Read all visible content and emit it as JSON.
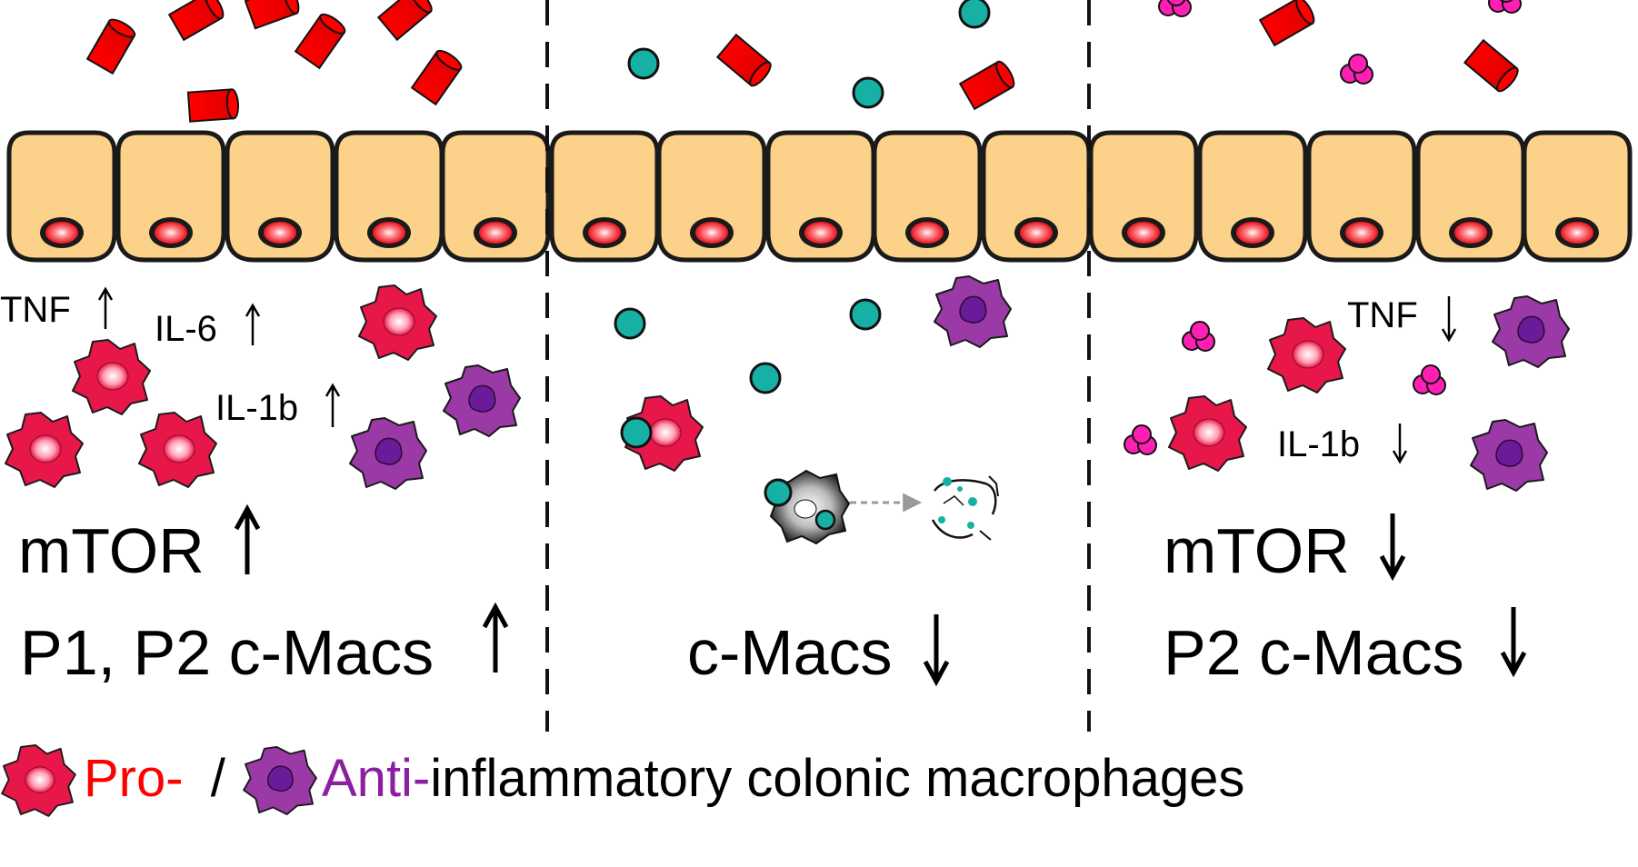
{
  "panels": [
    {
      "id": "left",
      "cytokines": [
        {
          "name": "TNF",
          "direction": "up"
        },
        {
          "name": "IL-6",
          "direction": "up"
        },
        {
          "name": "IL-1b",
          "direction": "up"
        }
      ],
      "mtor_label": "mTOR",
      "mtor_direction": "up",
      "macs_label": "P1, P2 c-Macs",
      "macs_direction": "up"
    },
    {
      "id": "middle",
      "macs_label": "c-Macs",
      "macs_direction": "down"
    },
    {
      "id": "right",
      "cytokines": [
        {
          "name": "TNF",
          "direction": "down"
        },
        {
          "name": "IL-1b",
          "direction": "down"
        }
      ],
      "mtor_label": "mTOR",
      "mtor_direction": "down",
      "macs_label": "P2 c-Macs",
      "macs_direction": "down"
    }
  ],
  "legend": {
    "pro_label": "Pro-",
    "separator": " /",
    "anti_label": "Anti-",
    "suffix": "inflammatory colonic macrophages"
  },
  "colors": {
    "pro_macrophage": "#e8174a",
    "anti_macrophage": "#9b3aa6",
    "anti_macrophage_nucleus": "#6a1b9a",
    "epithelium": "#fcd28a",
    "cell_nucleus": "#e8141e",
    "bacteria_rod": "#ff0000",
    "teal_particle": "#17b0a5",
    "magenta_cluster": "#ff1fb4",
    "legend_pro_text": "#ff0000",
    "legend_anti_text": "#8a1fa0"
  },
  "icons": {
    "pro_macrophage": "pro-macrophage-icon",
    "anti_macrophage": "anti-macrophage-icon",
    "bacteria": "rod-bacteria-icon",
    "particle": "teal-particle-icon",
    "cluster": "magenta-cluster-icon"
  }
}
